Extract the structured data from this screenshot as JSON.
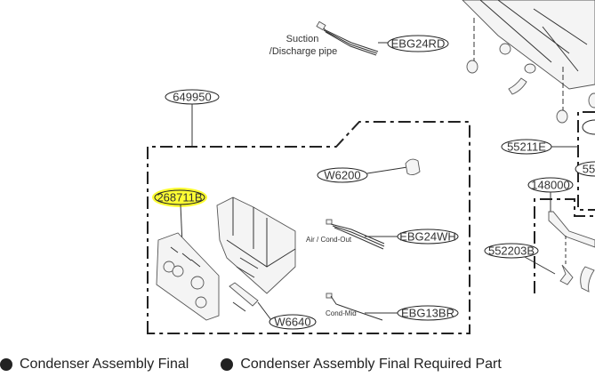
{
  "diagram": {
    "part_labels": {
      "ebg24rd": "EBG24RD",
      "p649950": "649950",
      "p268711b": "268711B",
      "w6200": "W6200",
      "ebg24wh": "EBG24WH",
      "ebg13br": "EBG13BR",
      "w6640": "W6640",
      "p55211e": "55211E",
      "p148000": "148000",
      "p552203b": "552203B",
      "p55_partial": "55"
    },
    "notes": {
      "suction_line1": "Suction",
      "suction_line2": "/Discharge pipe",
      "air_cond_out": "Air / Cond-Out",
      "cond_mid": "Cond-Mid"
    },
    "highlight_color": "#ffff33"
  },
  "legend": {
    "items": [
      {
        "label": "Condenser Assembly Final"
      },
      {
        "label": "Condenser Assembly Final Required Part"
      }
    ]
  }
}
